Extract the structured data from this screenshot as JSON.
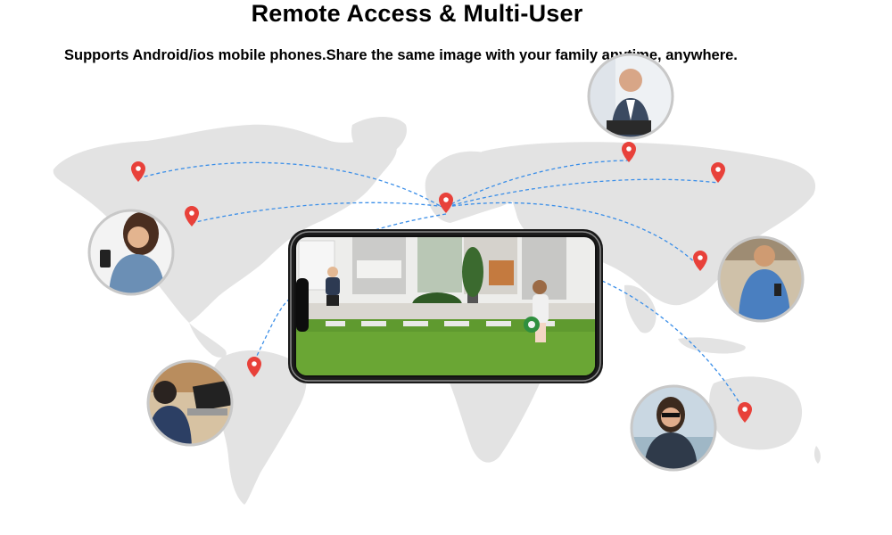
{
  "header": {
    "title": "Remote Access & Multi-User",
    "subtitle": "Supports Android/ios mobile phones.Share the same image with your family anytime, anywhere."
  },
  "icons": {
    "map_pin": "map-pin-icon",
    "pin_color": "#e8413a",
    "link_color": "#3a8ee8"
  },
  "users": [
    "user-top-man-laptop",
    "user-left-woman-phone",
    "user-bottom-left-man-laptop",
    "user-right-man-phone",
    "user-bottom-right-woman-phone"
  ]
}
